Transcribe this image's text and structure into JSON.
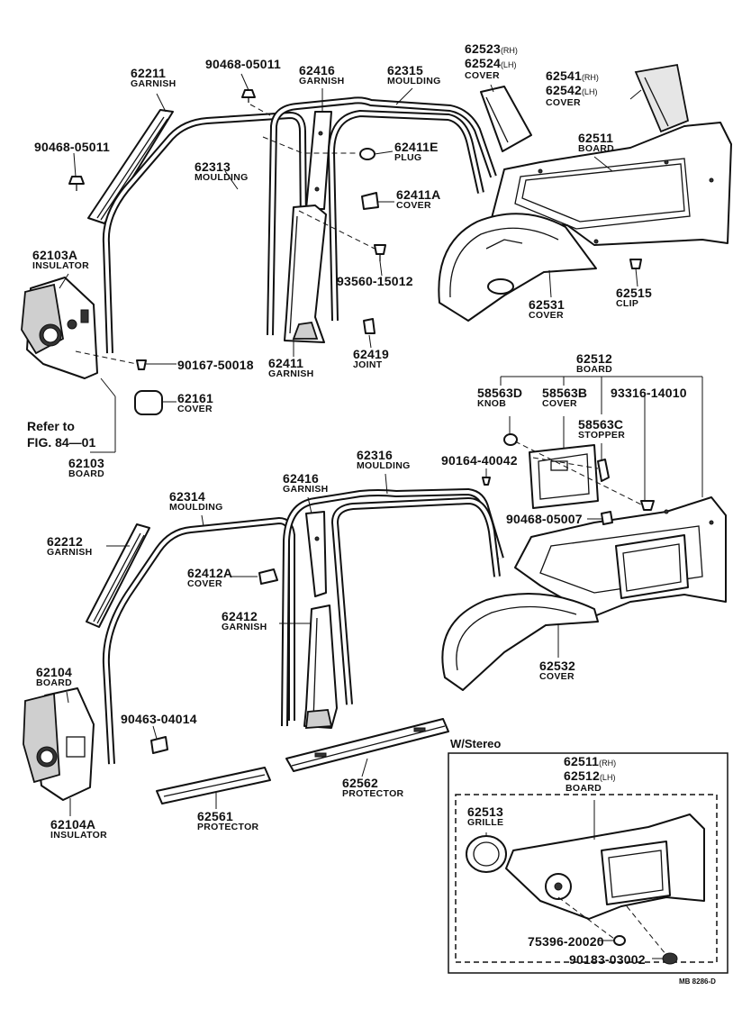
{
  "labels": {
    "p62211": {
      "num": "62211",
      "cap": "GARNISH"
    },
    "p90468_05011_a": {
      "num": "90468-05011"
    },
    "p62416_a": {
      "num": "62416",
      "cap": "GARNISH"
    },
    "p62315": {
      "num": "62315",
      "cap": "MOULDING"
    },
    "p62523": {
      "num1": "62523",
      "sup1": "(RH)",
      "num2": "62524",
      "sup2": "(LH)",
      "cap": "COVER"
    },
    "p62541": {
      "num1": "62541",
      "sup1": "(RH)",
      "num2": "62542",
      "sup2": "(LH)",
      "cap": "COVER"
    },
    "p90468_05011_b": {
      "num": "90468-05011"
    },
    "p62313": {
      "num": "62313",
      "cap": "MOULDING"
    },
    "p62411E": {
      "num": "62411E",
      "cap": "PLUG"
    },
    "p62511": {
      "num": "62511",
      "cap": "BOARD"
    },
    "p62411A": {
      "num": "62411A",
      "cap": "COVER"
    },
    "p62103A": {
      "num": "62103A",
      "cap": "INSULATOR"
    },
    "p93560": {
      "num": "93560-15012"
    },
    "p62531": {
      "num": "62531",
      "cap": "COVER"
    },
    "p62515": {
      "num": "62515",
      "cap": "CLIP"
    },
    "p90167": {
      "num": "90167-50018"
    },
    "p62411": {
      "num": "62411",
      "cap": "GARNISH"
    },
    "p62419": {
      "num": "62419",
      "cap": "JOINT"
    },
    "p62161": {
      "num": "62161",
      "cap": "COVER"
    },
    "refer": {
      "line1": "Refer to",
      "line2": "FIG. 84—01"
    },
    "p62103": {
      "num": "62103",
      "cap": "BOARD"
    },
    "p62512": {
      "num": "62512",
      "cap": "BOARD"
    },
    "p58563D": {
      "num": "58563D",
      "cap": "KNOB"
    },
    "p58563B": {
      "num": "58563B",
      "cap": "COVER"
    },
    "p93316": {
      "num": "93316-14010"
    },
    "p58563C": {
      "num": "58563C",
      "cap": "STOPPER"
    },
    "p90164": {
      "num": "90164-40042"
    },
    "p62316": {
      "num": "62316",
      "cap": "MOULDING"
    },
    "p62416_b": {
      "num": "62416",
      "cap": "GARNISH"
    },
    "p62314": {
      "num": "62314",
      "cap": "MOULDING"
    },
    "p62212": {
      "num": "62212",
      "cap": "GARNISH"
    },
    "p90468_05007": {
      "num": "90468-05007"
    },
    "p62412A": {
      "num": "62412A",
      "cap": "COVER"
    },
    "p62412": {
      "num": "62412",
      "cap": "GARNISH"
    },
    "p62532": {
      "num": "62532",
      "cap": "COVER"
    },
    "p62104": {
      "num": "62104",
      "cap": "BOARD"
    },
    "p90463": {
      "num": "90463-04014"
    },
    "p62562": {
      "num": "62562",
      "cap": "PROTECTOR"
    },
    "p62104A": {
      "num": "62104A",
      "cap": "INSULATOR"
    },
    "p62561": {
      "num": "62561",
      "cap": "PROTECTOR"
    },
    "stereo": {
      "title": "W/Stereo",
      "num1": "62511",
      "sup1": "(RH)",
      "num2": "62512",
      "sup2": "(LH)",
      "cap": "BOARD",
      "p62513": {
        "num": "62513",
        "cap": "GRILLE"
      },
      "p75396": {
        "num": "75396-20020"
      },
      "p90183": {
        "num": "90183-03002"
      }
    },
    "code": "MB 8286-D"
  }
}
